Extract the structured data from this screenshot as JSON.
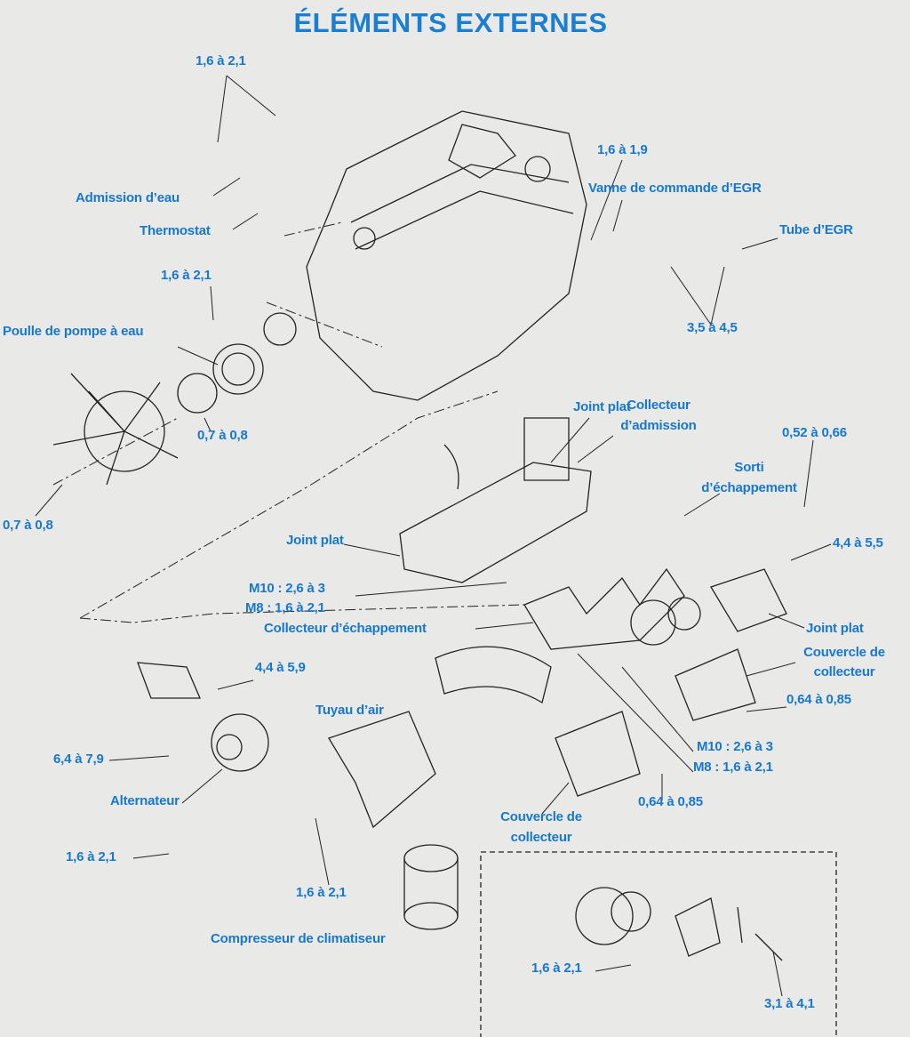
{
  "title": "ÉLÉMENTS EXTERNES",
  "colors": {
    "label": "#1878cc",
    "line": "#222222",
    "background": "#e9e9e7"
  },
  "labels": {
    "t_top": "1,6 à 2,1",
    "admission_eau": "Admission d’eau",
    "thermostat": "Thermostat",
    "t_egr_valve": "1,6 à 1,9",
    "egr_valve": "Vanne de commande d’EGR",
    "egr_tube": "Tube d’EGR",
    "t_pump": "1,6 à 2,1",
    "t_egr_tube": "3,5 à 4,5",
    "pump_pulley": "Poulle de pompe à eau",
    "joint_plat_1": "Joint plat",
    "intake_1": "Collecteur",
    "intake_2": "d’admission",
    "t_exh_outlet": "0,52 à 0,66",
    "t_fan_1": "0,7 à 0,8",
    "exh_outlet_1": "Sorti",
    "exh_outlet_2": "d’échappement",
    "t_fan_2": "0,7 à 0,8",
    "joint_plat_2": "Joint plat",
    "t_outlet_2": "4,4 à 5,5",
    "m10_a": "M10 : 2,6 à 3",
    "m8_a": "M8 : 1,6 à 2,1",
    "exhaust_manifold": "Collecteur d’échappement",
    "joint_plat_3": "Joint plat",
    "cover_r_1": "Couvercle de",
    "cover_r_2": "collecteur",
    "t_bracket": "4,4 à 5,9",
    "air_pipe": "Tuyau d’air",
    "t_cover_r": "0,64 à 0,85",
    "m10_b": "M10 : 2,6 à 3",
    "t_alt": "6,4 à 7,9",
    "m8_b": "M8 : 1,6 à 2,1",
    "alternator": "Alternateur",
    "t_cover_b": "0,64 à 0,85",
    "cover_b_1": "Couvercle de",
    "cover_b_2": "collecteur",
    "t_alt_low": "1,6 à 2,1",
    "t_alt_bolt": "1,6 à 2,1",
    "ac_compressor": "Compresseur de climatiseur",
    "t_inset_1": "1,6 à 2,1",
    "t_inset_2": "3,1 à 4,1"
  }
}
